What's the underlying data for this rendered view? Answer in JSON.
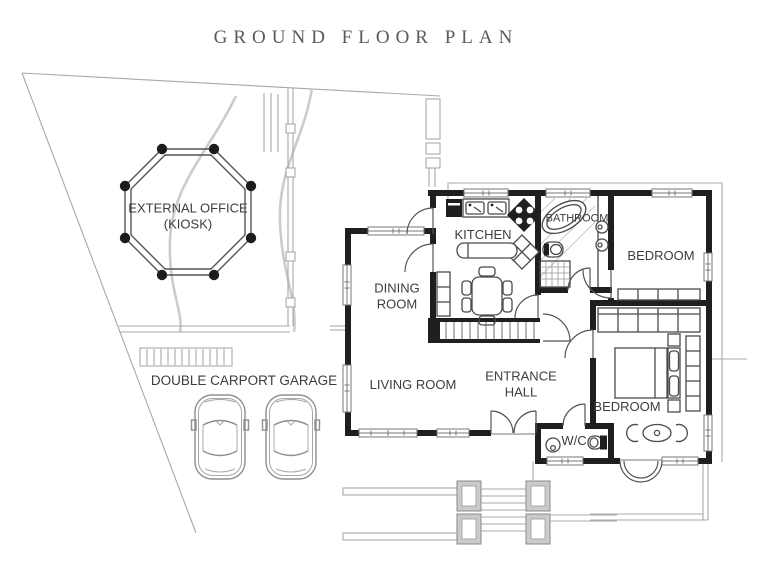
{
  "title": "GROUND FLOOR PLAN",
  "site": {
    "kiosk": {
      "line1": "EXTERNAL OFFICE",
      "line2": "(KIOSK)"
    },
    "garage_label": "DOUBLE CARPORT GARAGE"
  },
  "rooms": {
    "kitchen": "KITCHEN",
    "bathroom": "BATHROOM",
    "bedroom_top": "BEDROOM",
    "dining_line1": "DINING",
    "dining_line2": "ROOM",
    "living": "LIVING ROOM",
    "entrance_line1": "ENTRANCE",
    "entrance_line2": "HALL",
    "bedroom_bottom": "BEDROOM",
    "wc": "W/C"
  },
  "fixtures": {
    "kitchen": [
      "fridge",
      "double-sink",
      "cooker-hob",
      "corner-unit",
      "island-counter",
      "dining-table-with-six-chairs"
    ],
    "bathroom": [
      "bathtub",
      "toilet",
      "shower",
      "twin-basins"
    ],
    "wc": [
      "basin",
      "toilet"
    ],
    "bedroom_bottom": [
      "double-bed",
      "nightstands",
      "wardrobe",
      "closet-row",
      "tea-table-with-two-chairs"
    ],
    "site": [
      "octagonal-kiosk",
      "driveway-curves",
      "property-boundary",
      "two-cars",
      "porch-pillars",
      "porch-steps",
      "garden-steps",
      "fence",
      "patio"
    ]
  },
  "colors": {
    "wall": "#1f1f1f",
    "fixture": "#4a4a4a",
    "site_line": "#a8a8a8",
    "driveway": "#cccccc",
    "text": "#3d3d3d",
    "title_text": "#5a5a5a",
    "background": "#ffffff"
  }
}
